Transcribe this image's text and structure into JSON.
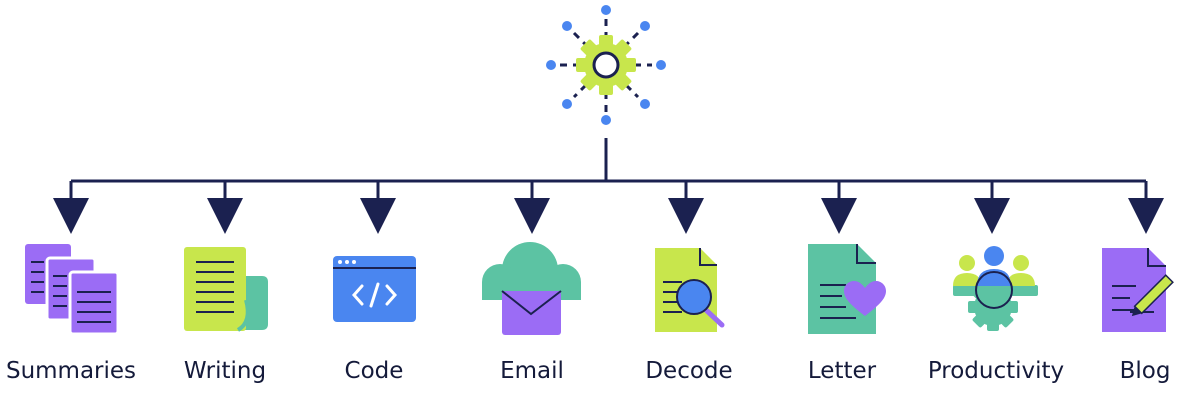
{
  "hub": {
    "icon": "gear-sparkle-icon"
  },
  "colors": {
    "navy": "#1b2150",
    "purple": "#9b6cf5",
    "lime": "#c8e64c",
    "teal": "#5cc3a3",
    "blue": "#4a86f0",
    "white": "#ffffff"
  },
  "items": [
    {
      "label": "Summaries",
      "icon": "documents-stack-icon"
    },
    {
      "label": "Writing",
      "icon": "scroll-icon"
    },
    {
      "label": "Code",
      "icon": "code-window-icon"
    },
    {
      "label": "Email",
      "icon": "cloud-envelope-icon"
    },
    {
      "label": "Decode",
      "icon": "document-magnifier-icon"
    },
    {
      "label": "Letter",
      "icon": "document-heart-icon"
    },
    {
      "label": "Productivity",
      "icon": "team-gear-icon"
    },
    {
      "label": "Blog",
      "icon": "document-pen-icon"
    }
  ]
}
